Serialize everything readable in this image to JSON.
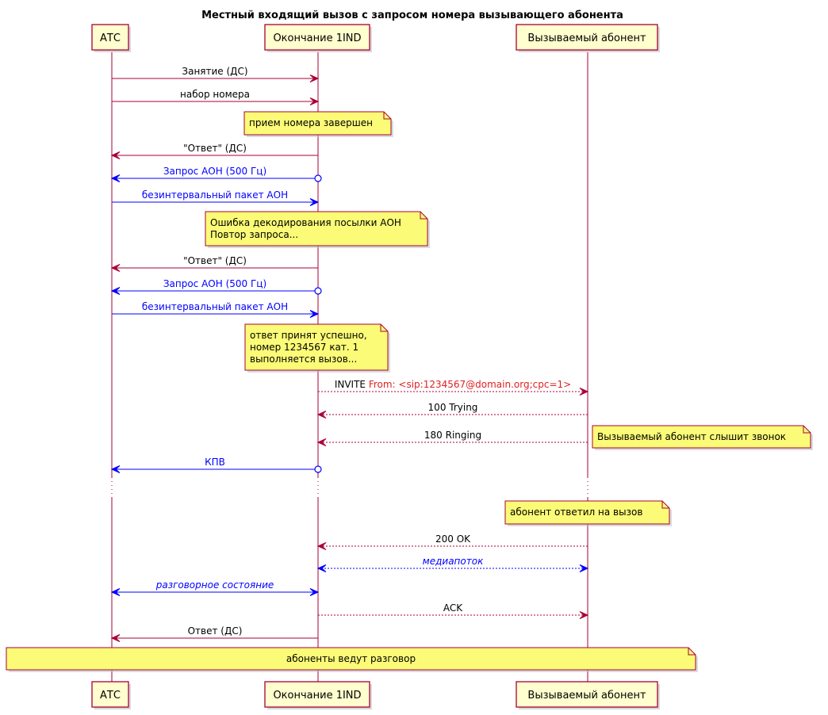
{
  "title": "Местный входящий вызов с запросом номера вызывающего абонента",
  "participants": [
    {
      "id": "atc",
      "label": "АТС"
    },
    {
      "id": "end",
      "label": "Окончание 1IND"
    },
    {
      "id": "callee",
      "label": "Вызываемый абонент"
    }
  ],
  "colors": {
    "line": "#A80036",
    "blue": "#0000FF",
    "sip_red": "#E02020",
    "participant_fill": "#FEFECE",
    "note_fill": "#FBFB77"
  },
  "messages": [
    {
      "from": "atc",
      "to": "end",
      "label": "Занятие (ДС)",
      "color": "line",
      "style": "solid",
      "head": "arrow"
    },
    {
      "from": "atc",
      "to": "end",
      "label": "набор номера",
      "color": "line",
      "style": "solid",
      "head": "arrow"
    },
    {
      "from": "end",
      "to": "atc",
      "label": "\"Ответ\" (ДС)",
      "color": "line",
      "style": "solid",
      "head": "arrow"
    },
    {
      "from": "end",
      "to": "atc",
      "label": "Запрос АОН (500 Гц)",
      "color": "blue",
      "style": "solid",
      "head": "arrow",
      "tail": "circle"
    },
    {
      "from": "atc",
      "to": "end",
      "label": "безинтервальный пакет АОН",
      "color": "blue",
      "style": "solid",
      "head": "arrow"
    },
    {
      "from": "end",
      "to": "atc",
      "label": "\"Ответ\" (ДС)",
      "color": "line",
      "style": "solid",
      "head": "arrow"
    },
    {
      "from": "end",
      "to": "atc",
      "label": "Запрос АОН (500 Гц)",
      "color": "blue",
      "style": "solid",
      "head": "arrow",
      "tail": "circle"
    },
    {
      "from": "atc",
      "to": "end",
      "label": "безинтервальный пакет АОН",
      "color": "blue",
      "style": "solid",
      "head": "arrow"
    },
    {
      "from": "end",
      "to": "callee",
      "label": "INVITE ",
      "label_extra": "From: <sip:1234567@domain.org;cpc=1>",
      "color": "line",
      "style": "dashed",
      "head": "arrow"
    },
    {
      "from": "callee",
      "to": "end",
      "label": "100 Trying",
      "color": "line",
      "style": "dashed",
      "head": "arrow"
    },
    {
      "from": "callee",
      "to": "end",
      "label": "180 Ringing",
      "color": "line",
      "style": "dashed",
      "head": "arrow"
    },
    {
      "from": "end",
      "to": "atc",
      "label": "КПВ",
      "color": "blue",
      "style": "solid",
      "head": "arrow",
      "tail": "circle"
    },
    {
      "from": "callee",
      "to": "end",
      "label": "200 OK",
      "color": "line",
      "style": "dashed",
      "head": "arrow"
    },
    {
      "from": "end",
      "to": "callee",
      "label": "медиапоток",
      "color": "blue",
      "style": "dashed",
      "head": "both",
      "italic": true
    },
    {
      "from": "atc",
      "to": "end",
      "label": "разговорное состояние",
      "color": "blue",
      "style": "solid",
      "head": "both",
      "italic": true
    },
    {
      "from": "end",
      "to": "callee",
      "label": "ACK",
      "color": "line",
      "style": "dashed",
      "head": "arrow"
    },
    {
      "from": "end",
      "to": "atc",
      "label": "Ответ (ДС)",
      "color": "line",
      "style": "solid",
      "head": "arrow"
    }
  ],
  "notes": [
    {
      "lines": [
        "прием номера завершен"
      ]
    },
    {
      "lines": [
        "Ошибка декодирования посылки АОН",
        "Повтор запроса..."
      ]
    },
    {
      "lines": [
        "ответ принят успешно,",
        "номер 1234567 кат. 1",
        "выполняется вызов..."
      ]
    },
    {
      "lines": [
        "Вызываемый абонент слышит звонок"
      ]
    },
    {
      "lines": [
        "абонент ответил на вызов"
      ]
    },
    {
      "lines": [
        "абоненты ведут разговор"
      ]
    }
  ]
}
